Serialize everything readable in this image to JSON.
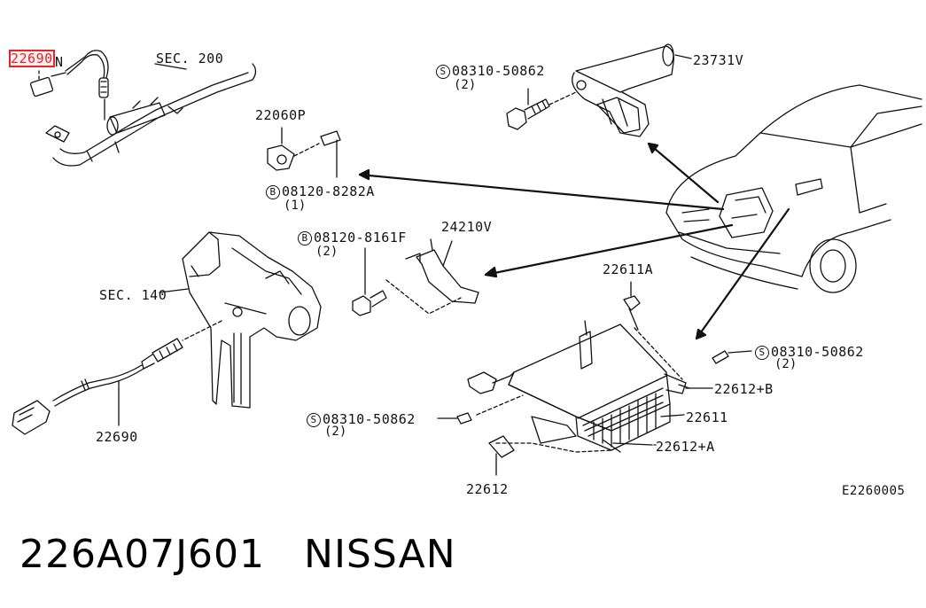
{
  "parts": {
    "o2_front": "22690",
    "o2_front_suffix": "N",
    "sec200": "SEC. 200",
    "sensor_23731v": "23731V",
    "bolt_top_code": "08310-50862",
    "bolt_top_qty": "(2)",
    "p22060": "22060P",
    "bolt_b1_code": "08120-8282A",
    "bolt_b1_qty": "(1)",
    "bolt_b2_code": "08120-8161F",
    "bolt_b2_qty": "(2)",
    "bracket_24210v": "24210V",
    "p22611a": "22611A",
    "sec140": "SEC. 140",
    "bolt_right_code": "08310-50862",
    "bolt_right_qty": "(2)",
    "p22612b": "22612+B",
    "bolt_left_code": "08310-50862",
    "bolt_left_qty": "(2)",
    "ecu_22611": "22611",
    "p22612a": "22612+A",
    "o2_rear": "22690",
    "p22612": "22612",
    "diagram_code": "E2260005"
  },
  "symbols": {
    "s": "S",
    "b": "B"
  },
  "footer": {
    "part_number": "226A07J601",
    "maker": "NISSAN"
  },
  "colors": {
    "highlight": "#e0262b",
    "ink": "#111111"
  }
}
